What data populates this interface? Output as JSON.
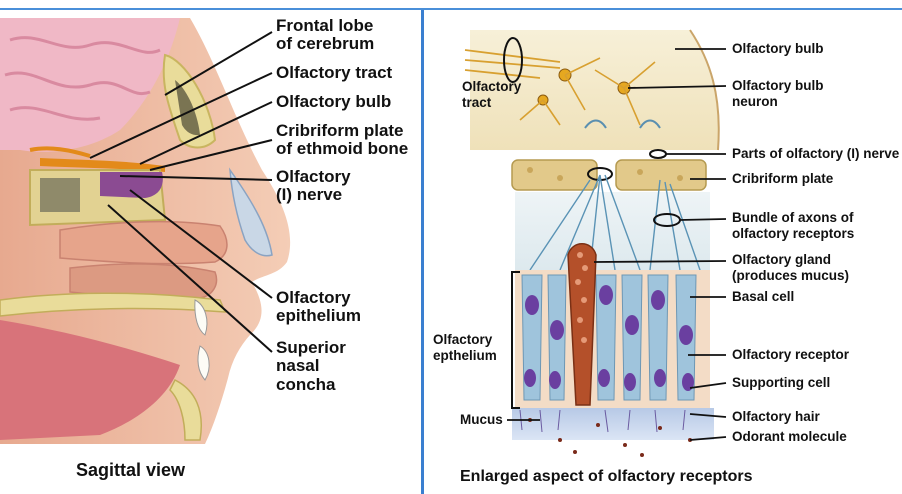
{
  "colors": {
    "top_rule": "#4a8fd9",
    "divider": "#3a7fd0",
    "nerve_highlight": "#e38a1a",
    "receptor_cell": "#9fc4dc",
    "nucleus": "#6a3fa0",
    "gland": "#b4502a"
  },
  "left_panel": {
    "labels": [
      {
        "id": "frontal-lobe",
        "text": "Frontal lobe\nof cerebrum"
      },
      {
        "id": "olfactory-tract",
        "text": "Olfactory tract"
      },
      {
        "id": "olfactory-bulb",
        "text": "Olfactory bulb"
      },
      {
        "id": "cribriform-plate",
        "text": "Cribriform plate\nof ethmoid bone"
      },
      {
        "id": "olfactory-nerve",
        "text": "Olfactory\n(I) nerve"
      },
      {
        "id": "olfactory-epithelium",
        "text": "Olfactory\nepithelium"
      },
      {
        "id": "superior-nasal-concha",
        "text": "Superior\nnasal\nconcha"
      }
    ],
    "caption": "Sagittal view"
  },
  "right_panel": {
    "labels": [
      {
        "id": "olfactory-bulb",
        "text": "Olfactory bulb"
      },
      {
        "id": "olfactory-bulb-neuron",
        "text": "Olfactory bulb\nneuron"
      },
      {
        "id": "parts-of-olfactory-nerve",
        "text": "Parts of olfactory (I) nerve"
      },
      {
        "id": "cribriform-plate",
        "text": "Cribriform plate"
      },
      {
        "id": "bundle-of-axons",
        "text": "Bundle of axons of\nolfactory receptors"
      },
      {
        "id": "olfactory-gland",
        "text": "Olfactory gland\n(produces mucus)"
      },
      {
        "id": "basal-cell",
        "text": "Basal cell"
      },
      {
        "id": "olfactory-receptor",
        "text": "Olfactory receptor"
      },
      {
        "id": "supporting-cell",
        "text": "Supporting cell"
      },
      {
        "id": "olfactory-hair",
        "text": "Olfactory hair"
      },
      {
        "id": "odorant-molecule",
        "text": "Odorant molecule"
      },
      {
        "id": "olfactory-tract",
        "text": "Olfactory\ntract"
      },
      {
        "id": "olfactory-epthelium",
        "text": "Olfactory\nepthelium"
      },
      {
        "id": "mucus",
        "text": "Mucus"
      }
    ],
    "caption": "Enlarged aspect of olfactory receptors"
  }
}
